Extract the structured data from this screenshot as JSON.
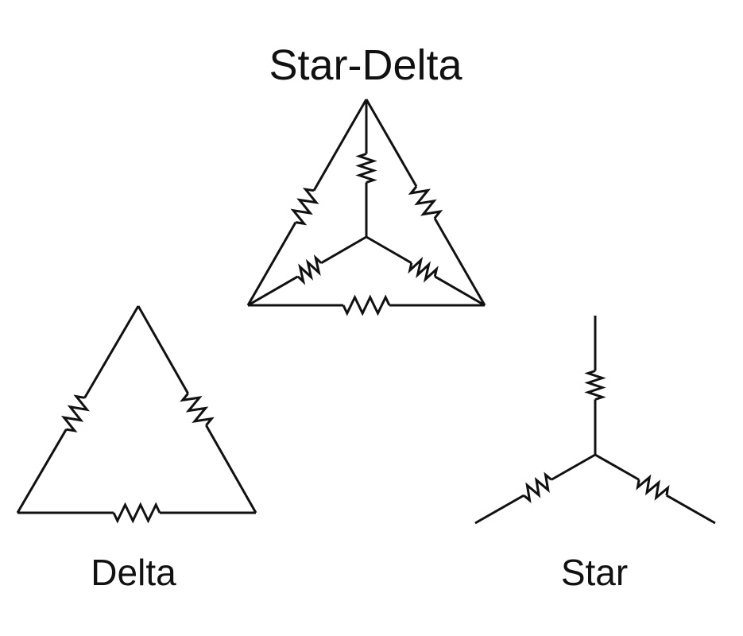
{
  "diagram": {
    "title": "Star-Delta",
    "labels": {
      "delta": "Delta",
      "star": "Star"
    },
    "stroke_color": "#111111",
    "background_color": "#ffffff",
    "components": {
      "star_delta": {
        "delta_resistors": [
          "left-edge",
          "right-edge",
          "bottom-edge"
        ],
        "star_resistors": [
          "top-arm",
          "left-arm",
          "right-arm"
        ]
      },
      "delta": {
        "resistors": [
          "left-edge",
          "right-edge",
          "bottom-edge"
        ]
      },
      "star": {
        "resistors": [
          "top-arm",
          "left-arm",
          "right-arm"
        ]
      }
    }
  }
}
